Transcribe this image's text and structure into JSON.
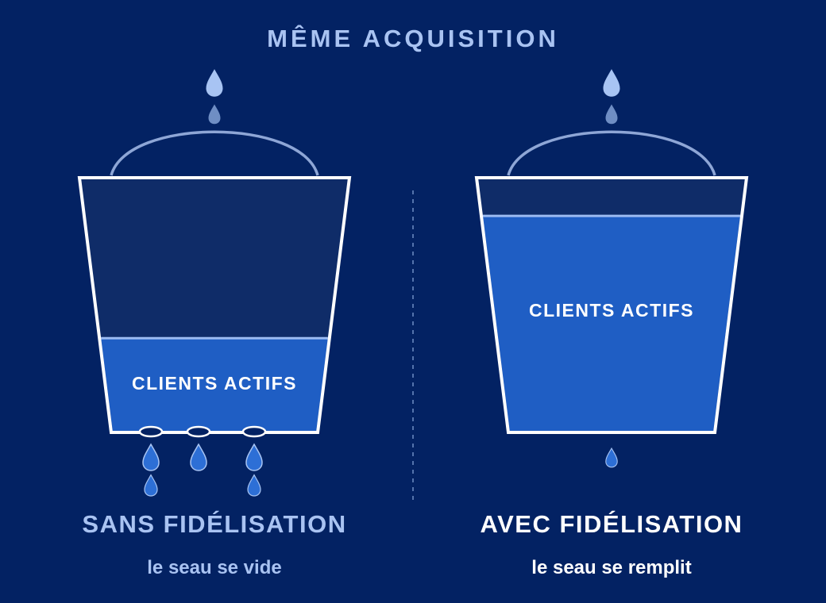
{
  "title": "MÊME ACQUISITION",
  "left": {
    "bucket_label": "CLIENTS ACTIFS",
    "heading": "SANS FIDÉLISATION",
    "subheading": "le seau se vide",
    "fill_level": 0.37
  },
  "right": {
    "bucket_label": "CLIENTS ACTIFS",
    "heading": "AVEC FIDÉLISATION",
    "subheading": "le seau se remplit",
    "fill_level": 0.85
  },
  "colors": {
    "background": "#032263",
    "bucket_empty": "#0f2c68",
    "water": "#1f5ec4",
    "water_line": "#9cbbf2",
    "outline": "#ffffff",
    "handle": "#8ea6d6",
    "muted_text": "#a9c3f2",
    "drop_light": "#a8c4f3",
    "drop_blue": "#2d6fd6"
  }
}
